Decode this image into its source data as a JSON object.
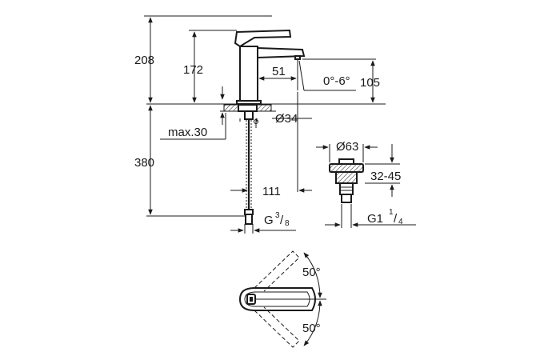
{
  "dimensions": {
    "total_height": "208",
    "spout_height": "172",
    "spout_reach": "51",
    "angle": "0°-6°",
    "outlet_height": "105",
    "hole_diameter": "Ø34",
    "max_thickness": "max.30",
    "hose_length": "380",
    "center_offset": "111",
    "hose_thread": "G",
    "hose_thread_num": "3",
    "hose_thread_den": "8",
    "waste_diameter": "Ø63",
    "waste_height": "32-45",
    "waste_thread": "G1",
    "waste_thread_num": "1",
    "waste_thread_den": "4",
    "rotation_top": "50°",
    "rotation_bottom": "50°"
  }
}
